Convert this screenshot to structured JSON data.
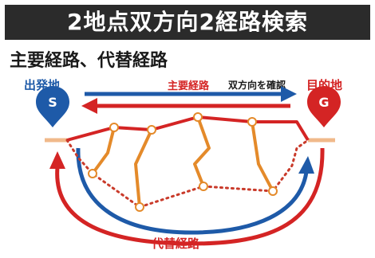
{
  "title": "2地点双方向2経路検索",
  "subtitle": "主要経路、代替経路",
  "start": {
    "label": "出発地",
    "marker": "S"
  },
  "destination": {
    "label": "目的地",
    "marker": "G"
  },
  "main_route": {
    "label": "主要経路",
    "note": "双方向を確認"
  },
  "alternate_route": {
    "label": "代替経路"
  },
  "colors": {
    "banner": "#2b2b2b",
    "main_red": "#d42424",
    "blue": "#1e5aa8",
    "orange": "#e48a2a",
    "dotted_red": "#c93a2a"
  }
}
